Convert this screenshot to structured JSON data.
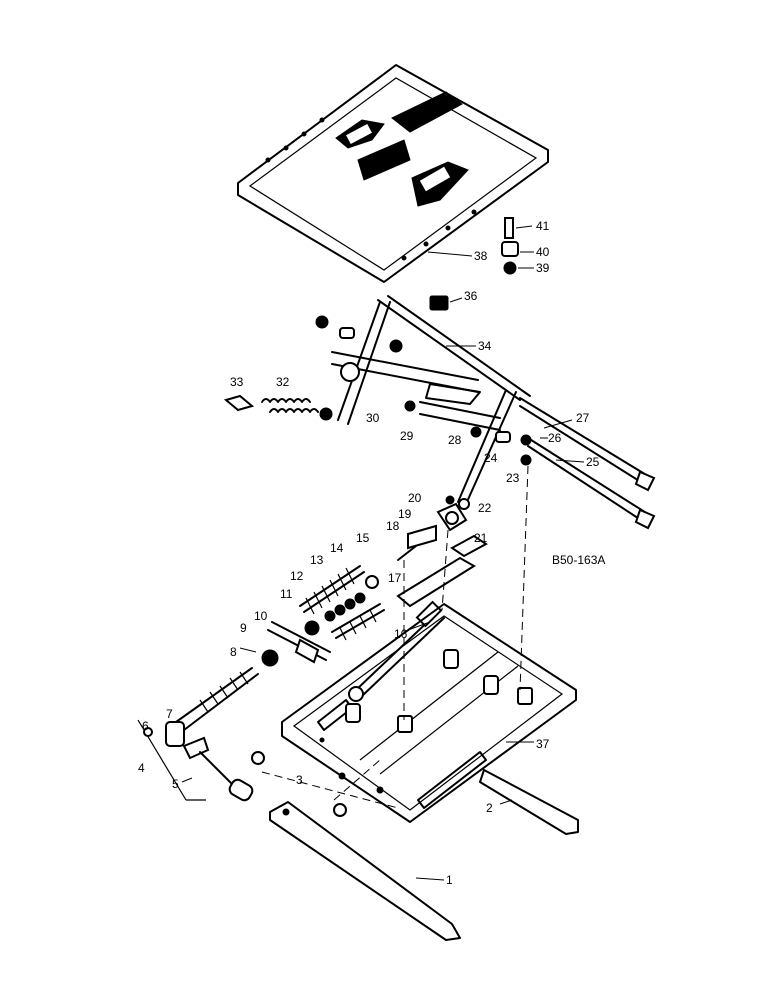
{
  "diagram_code": "B50-163A",
  "callouts": [
    {
      "id": "c1",
      "text": "1"
    },
    {
      "id": "c2",
      "text": "2"
    },
    {
      "id": "c3",
      "text": "3"
    },
    {
      "id": "c4",
      "text": "4"
    },
    {
      "id": "c5",
      "text": "5"
    },
    {
      "id": "c6",
      "text": "6"
    },
    {
      "id": "c7",
      "text": "7"
    },
    {
      "id": "c8",
      "text": "8"
    },
    {
      "id": "c9",
      "text": "9"
    },
    {
      "id": "c10",
      "text": "10"
    },
    {
      "id": "c11",
      "text": "11"
    },
    {
      "id": "c12",
      "text": "12"
    },
    {
      "id": "c13",
      "text": "13"
    },
    {
      "id": "c14",
      "text": "14"
    },
    {
      "id": "c15",
      "text": "15"
    },
    {
      "id": "c16",
      "text": "16"
    },
    {
      "id": "c17",
      "text": "17"
    },
    {
      "id": "c18",
      "text": "18"
    },
    {
      "id": "c19",
      "text": "19"
    },
    {
      "id": "c20",
      "text": "20"
    },
    {
      "id": "c21",
      "text": "21"
    },
    {
      "id": "c22",
      "text": "22"
    },
    {
      "id": "c23",
      "text": "23"
    },
    {
      "id": "c24",
      "text": "24"
    },
    {
      "id": "c25",
      "text": "25"
    },
    {
      "id": "c26",
      "text": "26"
    },
    {
      "id": "c27",
      "text": "27"
    },
    {
      "id": "c28",
      "text": "28"
    },
    {
      "id": "c29",
      "text": "29"
    },
    {
      "id": "c30",
      "text": "30"
    },
    {
      "id": "c32",
      "text": "32"
    },
    {
      "id": "c33",
      "text": "33"
    },
    {
      "id": "c34",
      "text": "34"
    },
    {
      "id": "c36",
      "text": "36"
    },
    {
      "id": "c37",
      "text": "37"
    },
    {
      "id": "c38",
      "text": "38"
    },
    {
      "id": "c39",
      "text": "39"
    },
    {
      "id": "c40",
      "text": "40"
    },
    {
      "id": "c41",
      "text": "41"
    }
  ]
}
